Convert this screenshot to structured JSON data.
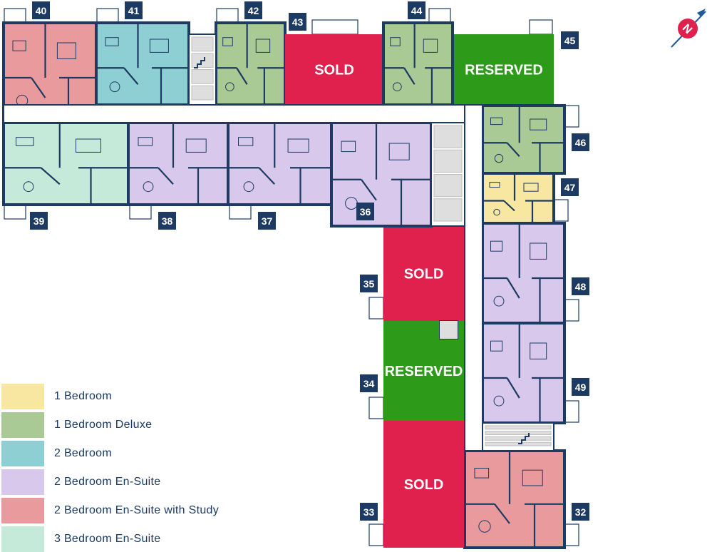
{
  "colors": {
    "one_bed": "#f7e7a0",
    "one_bed_deluxe": "#a9c995",
    "two_bed": "#8ecfd4",
    "two_bed_ensuite": "#d7c8ec",
    "two_bed_ensuite_study": "#e99a9d",
    "three_bed_ensuite": "#c5ead9",
    "sold": "#e0204d",
    "reserved": "#2e9a1a",
    "wall": "#1d3a63",
    "label_bg": "#1d3a63",
    "label_fg": "#ffffff",
    "stair": "#dedede"
  },
  "status": {
    "sold": "SOLD",
    "reserved": "RESERVED"
  },
  "units": [
    {
      "number": "40",
      "type": "two_bed_ensuite_study"
    },
    {
      "number": "41",
      "type": "two_bed"
    },
    {
      "number": "42",
      "type": "one_bed_deluxe"
    },
    {
      "number": "43",
      "type": "sold"
    },
    {
      "number": "44",
      "type": "one_bed_deluxe"
    },
    {
      "number": "45",
      "type": "reserved"
    },
    {
      "number": "46",
      "type": "one_bed_deluxe"
    },
    {
      "number": "47",
      "type": "one_bed"
    },
    {
      "number": "48",
      "type": "two_bed_ensuite"
    },
    {
      "number": "49",
      "type": "two_bed_ensuite"
    },
    {
      "number": "32",
      "type": "two_bed_ensuite_study"
    },
    {
      "number": "33",
      "type": "sold"
    },
    {
      "number": "34",
      "type": "reserved"
    },
    {
      "number": "35",
      "type": "sold"
    },
    {
      "number": "36",
      "type": "two_bed_ensuite"
    },
    {
      "number": "37",
      "type": "two_bed_ensuite"
    },
    {
      "number": "38",
      "type": "two_bed_ensuite"
    },
    {
      "number": "39",
      "type": "three_bed_ensuite"
    }
  ],
  "legend": [
    {
      "key": "one_bed",
      "label": "1 Bedroom"
    },
    {
      "key": "one_bed_deluxe",
      "label": "1 Bedroom Deluxe"
    },
    {
      "key": "two_bed",
      "label": "2 Bedroom"
    },
    {
      "key": "two_bed_ensuite",
      "label": "2 Bedroom En-Suite"
    },
    {
      "key": "two_bed_ensuite_study",
      "label": "2 Bedroom En-Suite with Study"
    },
    {
      "key": "three_bed_ensuite",
      "label": "3 Bedroom En-Suite"
    }
  ],
  "compass": {
    "letter": "N",
    "color": "#e0204d",
    "arrow_color": "#1d5a9a"
  }
}
